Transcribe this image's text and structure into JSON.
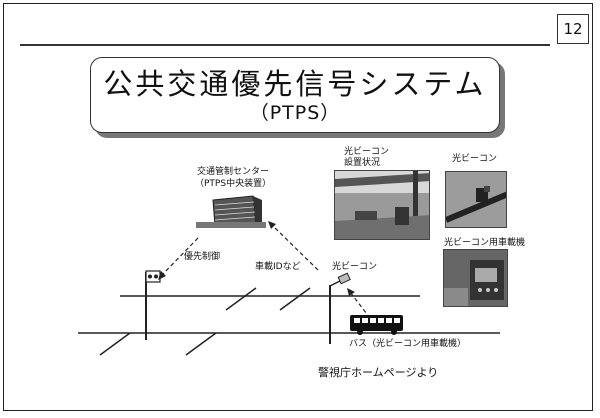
{
  "page_number": "12",
  "title": {
    "main": "公共交通優先信号システム",
    "sub": "（PTPS）"
  },
  "labels": {
    "center_line1": "交通管制センター",
    "center_line2": "（PTPS中央装置）",
    "priority_control": "優先制御",
    "vehicle_id": "車載IDなど",
    "beacon": "光ビーコン",
    "bus": "バス（光ビーコン用車載機）",
    "photo_install_line1": "光ビーコン",
    "photo_install_line2": "設置状況",
    "photo_beacon": "光ビーコン",
    "photo_onboard": "光ビーコン用車載機",
    "source": "警視庁ホームページより"
  }
}
